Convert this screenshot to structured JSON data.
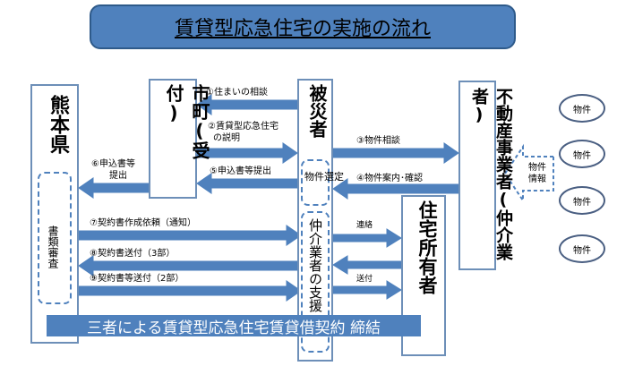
{
  "title": "賃貸型応急住宅の実施の流れ",
  "actors": {
    "prefecture": "熊本県",
    "city": "市町(受付)",
    "victim": "被災者",
    "realtor": "不動産事業者(仲介業者)",
    "owner": "住宅所有者"
  },
  "inner_labels": {
    "document_review": "書類審査",
    "property_selection": "物件選定",
    "broker_support": "仲介業者の支援"
  },
  "steps": {
    "s1": "①住まいの相談",
    "s2a": "②賃貸型応急住宅",
    "s2b": "の説明",
    "s3": "③物件相談",
    "s4": "④物件案内･確認",
    "s5": "⑤申込書等提出",
    "s6a": "⑥申込書等",
    "s6b": "提出",
    "s7": "⑦契約書作成依頼（通知）",
    "s8": "⑧契約書送付（3部）",
    "s9": "⑨契約書等送付（2部）",
    "contact": "連絡",
    "send": "送付"
  },
  "property_info": "物件情報",
  "properties": [
    "物件",
    "物件",
    "物件",
    "物件"
  ],
  "bottom_banner": "三者による賃貸型応急住宅賃貸借契約 締結"
}
